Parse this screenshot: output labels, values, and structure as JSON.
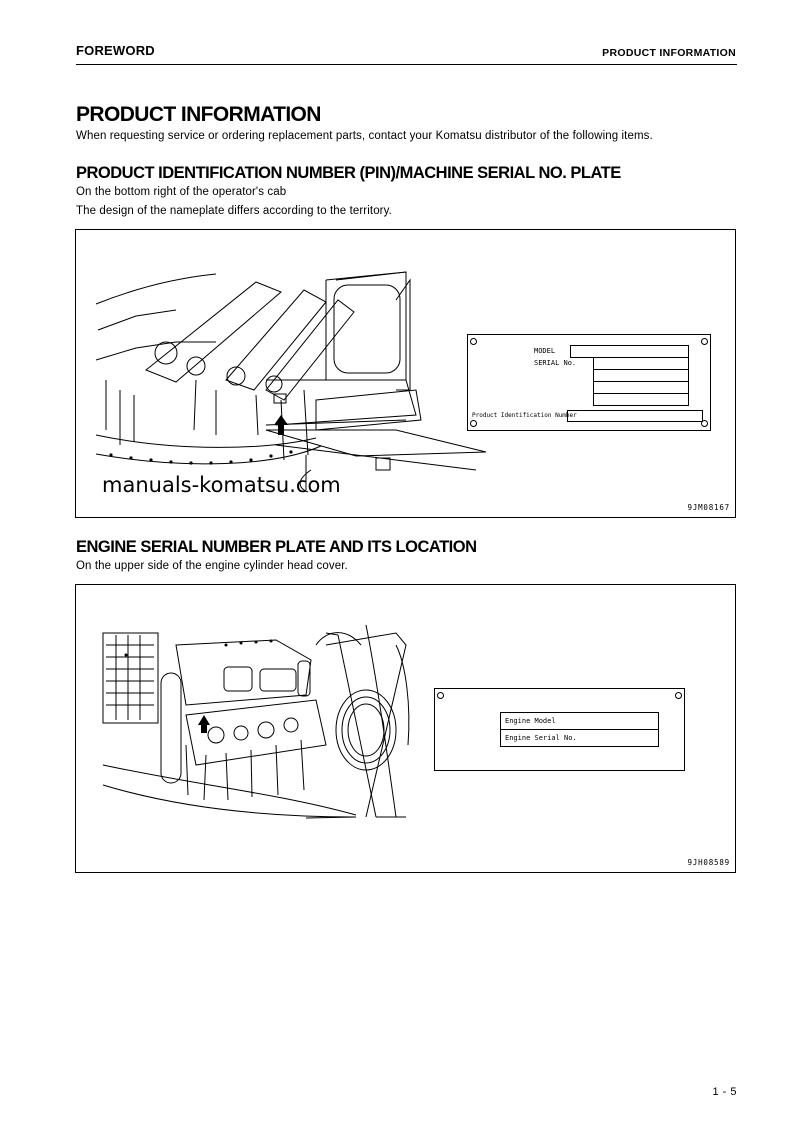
{
  "header": {
    "left": "FOREWORD",
    "right": "PRODUCT INFORMATION"
  },
  "main": {
    "title": "PRODUCT INFORMATION",
    "intro": "When requesting service or ordering replacement parts, contact your Komatsu distributor of the following items."
  },
  "pin_section": {
    "title": "PRODUCT IDENTIFICATION NUMBER (PIN)/MACHINE SERIAL NO. PLATE",
    "line1": "On the bottom right of the operator's cab",
    "line2": "The design of the nameplate differs according to the territory.",
    "figure": {
      "watermark": "manuals-komatsu.com",
      "code": "9JM08167",
      "plate": {
        "model_label": "MODEL",
        "serial_label": "SERIAL No.",
        "pin_label": "Product Identification Number"
      }
    }
  },
  "engine_section": {
    "title": "ENGINE SERIAL NUMBER PLATE AND ITS LOCATION",
    "line1": "On the upper side of the engine cylinder head cover.",
    "figure": {
      "code": "9JH08589",
      "plate": {
        "model_label": "Engine Model",
        "serial_label": "Engine Serial No."
      }
    }
  },
  "footer": {
    "page_number": "1 - 5"
  }
}
